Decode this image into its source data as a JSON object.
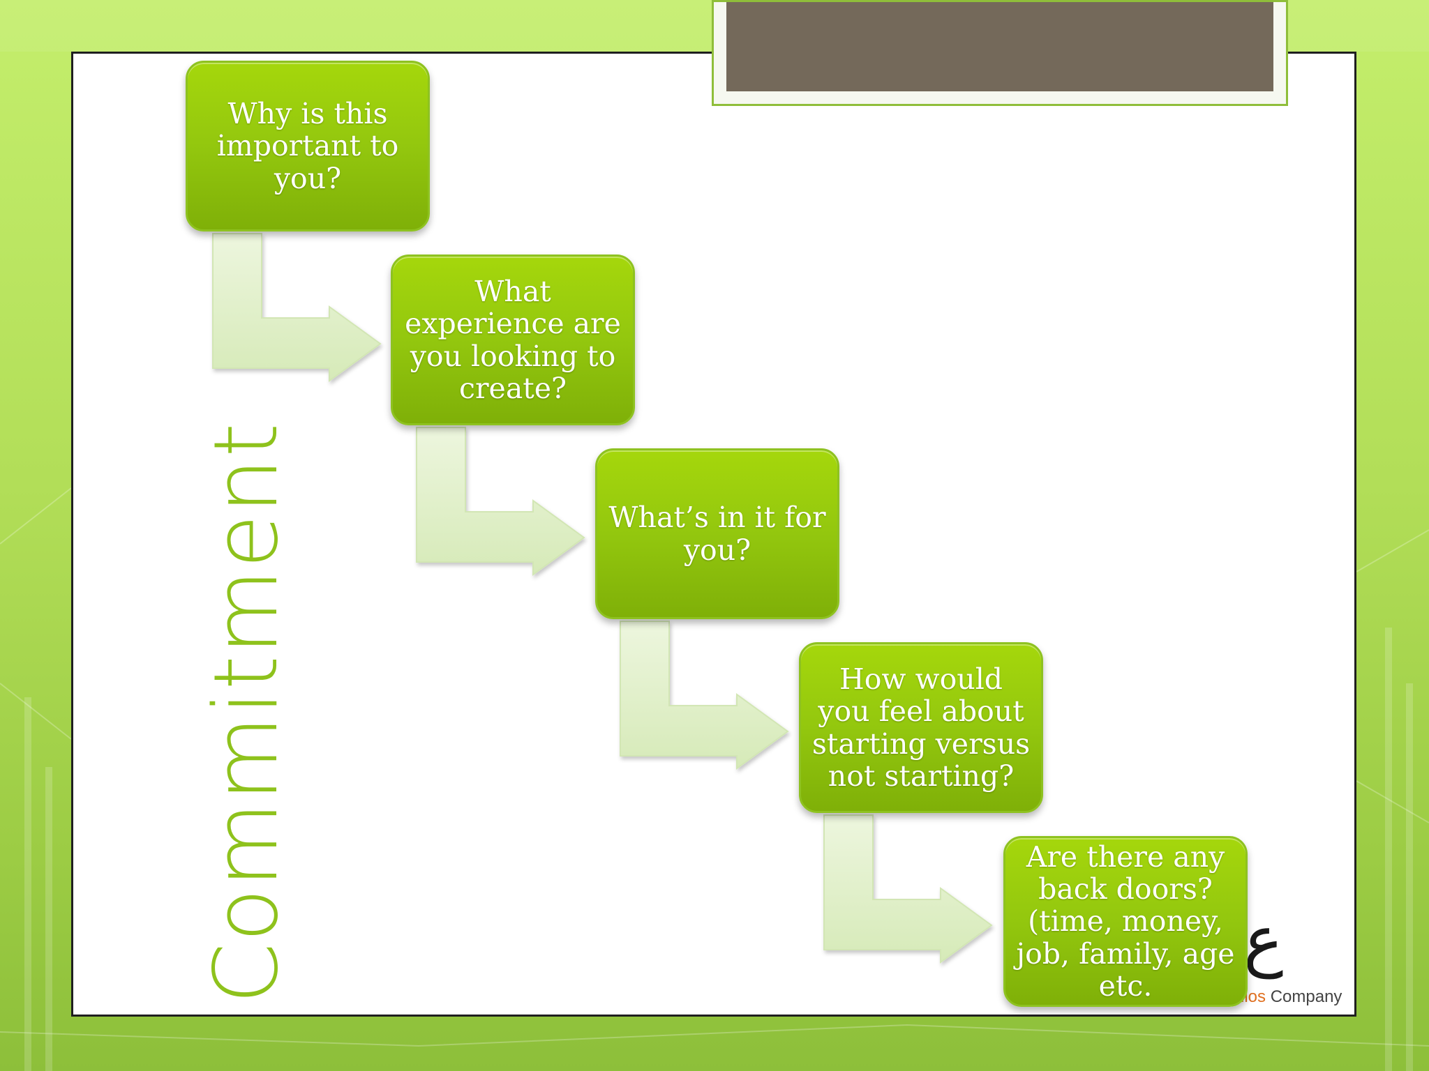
{
  "slide": {
    "title": "Commitment"
  },
  "steps": [
    {
      "text": "Why is this important to you?"
    },
    {
      "text": "What experience are you looking to create?"
    },
    {
      "text": "What’s in it for you?"
    },
    {
      "text": "How would you feel about starting versus not starting?"
    },
    {
      "text": "Are there any back doors? (time, money, job, family, age etc."
    }
  ],
  "logo": {
    "part1": "dios",
    "part2": " Company"
  },
  "colors": {
    "accent": "#8ec21c",
    "box_fill": "#93c70e",
    "arrow_fill": "#e2f0cc",
    "title_plate": "#74695a"
  }
}
